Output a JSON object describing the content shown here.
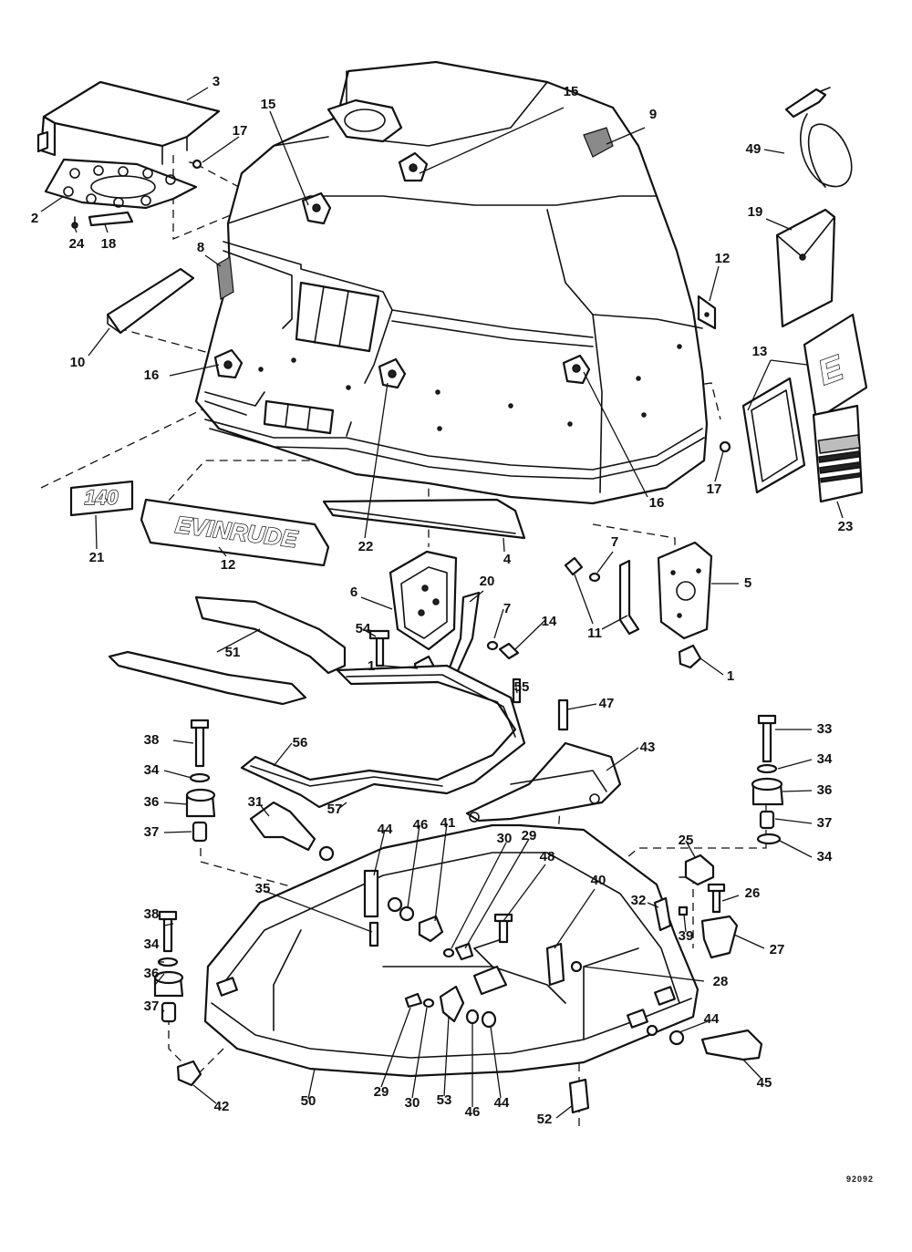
{
  "diagram": {
    "callouts": [
      {
        "id": "c3",
        "text": "3"
      },
      {
        "id": "c2",
        "text": "2"
      },
      {
        "id": "c24",
        "text": "24"
      },
      {
        "id": "c18",
        "text": "18"
      },
      {
        "id": "c17a",
        "text": "17"
      },
      {
        "id": "c15a",
        "text": "15"
      },
      {
        "id": "c15b",
        "text": "15"
      },
      {
        "id": "c9",
        "text": "9"
      },
      {
        "id": "c49",
        "text": "49"
      },
      {
        "id": "c19",
        "text": "19"
      },
      {
        "id": "c8",
        "text": "8"
      },
      {
        "id": "c12a",
        "text": "12"
      },
      {
        "id": "c10",
        "text": "10"
      },
      {
        "id": "c16a",
        "text": "16"
      },
      {
        "id": "c13",
        "text": "13"
      },
      {
        "id": "c16b",
        "text": "16"
      },
      {
        "id": "c17b",
        "text": "17"
      },
      {
        "id": "c23",
        "text": "23"
      },
      {
        "id": "c21",
        "text": "21"
      },
      {
        "id": "c12b",
        "text": "12"
      },
      {
        "id": "c22",
        "text": "22"
      },
      {
        "id": "c4",
        "text": "4"
      },
      {
        "id": "c7a",
        "text": "7"
      },
      {
        "id": "c5",
        "text": "5"
      },
      {
        "id": "c6",
        "text": "6"
      },
      {
        "id": "c20",
        "text": "20"
      },
      {
        "id": "c14",
        "text": "14"
      },
      {
        "id": "c7b",
        "text": "7"
      },
      {
        "id": "c11",
        "text": "11"
      },
      {
        "id": "c54",
        "text": "54"
      },
      {
        "id": "c1a",
        "text": "1"
      },
      {
        "id": "c1b",
        "text": "1"
      },
      {
        "id": "c51",
        "text": "51"
      },
      {
        "id": "c55",
        "text": "55"
      },
      {
        "id": "c47",
        "text": "47"
      },
      {
        "id": "c33",
        "text": "33"
      },
      {
        "id": "c38a",
        "text": "38"
      },
      {
        "id": "c56",
        "text": "56"
      },
      {
        "id": "c43",
        "text": "43"
      },
      {
        "id": "c34a",
        "text": "34"
      },
      {
        "id": "c34b",
        "text": "34"
      },
      {
        "id": "c36a",
        "text": "36"
      },
      {
        "id": "c36b",
        "text": "36"
      },
      {
        "id": "c31",
        "text": "31"
      },
      {
        "id": "c57",
        "text": "57"
      },
      {
        "id": "c37a",
        "text": "37"
      },
      {
        "id": "c37b",
        "text": "37"
      },
      {
        "id": "c44a",
        "text": "44"
      },
      {
        "id": "c46a",
        "text": "46"
      },
      {
        "id": "c41",
        "text": "41"
      },
      {
        "id": "c30a",
        "text": "30"
      },
      {
        "id": "c29a",
        "text": "29"
      },
      {
        "id": "c34c",
        "text": "34"
      },
      {
        "id": "c25",
        "text": "25"
      },
      {
        "id": "c48",
        "text": "48"
      },
      {
        "id": "c35",
        "text": "35"
      },
      {
        "id": "c40",
        "text": "40"
      },
      {
        "id": "c26",
        "text": "26"
      },
      {
        "id": "c32",
        "text": "32"
      },
      {
        "id": "c38b",
        "text": "38"
      },
      {
        "id": "c39",
        "text": "39"
      },
      {
        "id": "c27",
        "text": "27"
      },
      {
        "id": "c34d",
        "text": "34"
      },
      {
        "id": "c36c",
        "text": "36"
      },
      {
        "id": "c28",
        "text": "28"
      },
      {
        "id": "c37c",
        "text": "37"
      },
      {
        "id": "c44b",
        "text": "44"
      },
      {
        "id": "c45",
        "text": "45"
      },
      {
        "id": "c42",
        "text": "42"
      },
      {
        "id": "c50",
        "text": "50"
      },
      {
        "id": "c29b",
        "text": "29"
      },
      {
        "id": "c30b",
        "text": "30"
      },
      {
        "id": "c53",
        "text": "53"
      },
      {
        "id": "c46b",
        "text": "46"
      },
      {
        "id": "c44c",
        "text": "44"
      },
      {
        "id": "c52",
        "text": "52"
      }
    ],
    "decals": {
      "model_number": "140",
      "brand_name": "EVINRUDE",
      "e_logo": "E"
    },
    "reference_code": "92092"
  }
}
